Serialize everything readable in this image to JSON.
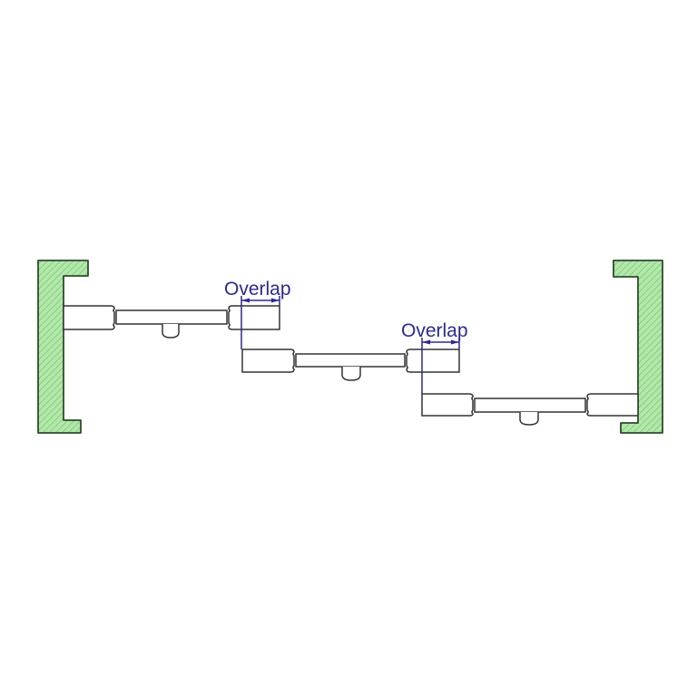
{
  "diagram": {
    "type": "sliding-door-overlap-plan-view",
    "labels": {
      "overlap_1": "Overlap",
      "overlap_2": "Overlap"
    },
    "colors": {
      "wall_fill": "#a8e4a0",
      "wall_hatch": "#6fbf6a",
      "wall_stroke": "#2f4a2f",
      "panel_stroke": "#333333",
      "dimension": "#2b2b8f",
      "background": "#ffffff"
    },
    "elements": {
      "wall_left": "left wall channel",
      "wall_right": "right wall channel",
      "panels": [
        "door panel 1",
        "door panel 2",
        "door panel 3"
      ]
    }
  }
}
